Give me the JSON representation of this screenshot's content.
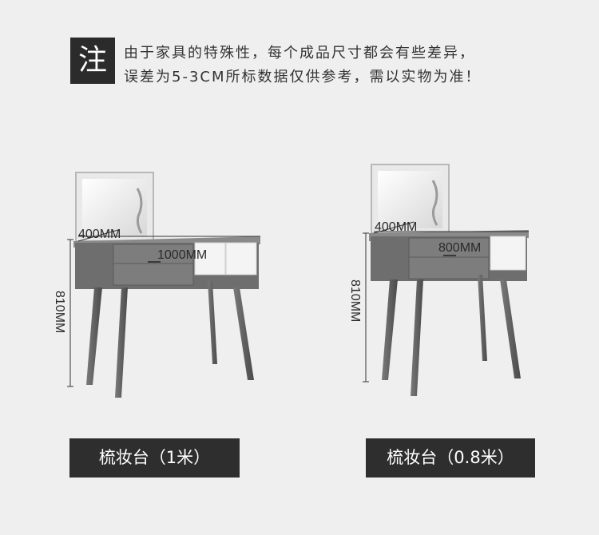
{
  "note": {
    "badge": "注",
    "line1": "由于家具的特殊性，每个成品尺寸都会有些差异，",
    "line2": "误差为5-3CM所标数据仅供参考，需以实物为准！"
  },
  "products": [
    {
      "label": "梳妆台（1米）",
      "depth": "400MM",
      "width": "1000MM",
      "height": "810MM"
    },
    {
      "label": "梳妆台（0.8米）",
      "depth": "400MM",
      "width": "800MM",
      "height": "810MM"
    }
  ],
  "colors": {
    "background": "#efefef",
    "badge_bg": "#2b2b2b",
    "label_bg": "#2e2e2e",
    "wood": "#6b6b6b",
    "drawer_white": "#f4f4f4"
  }
}
